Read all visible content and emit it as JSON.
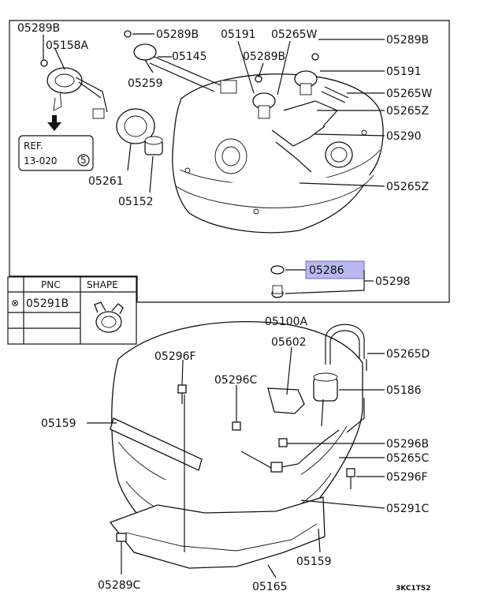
{
  "diagram": {
    "highlighted_part": "05286",
    "drawing_code": "3KC1T52",
    "reference": {
      "line1": "REF.",
      "line2": "13-020",
      "circled": "5"
    },
    "pnc_table": {
      "headers": [
        "PNC",
        "SHAPE"
      ],
      "rows": [
        {
          "symbol": "⊗",
          "pnc": "05291B"
        }
      ]
    },
    "labels": {
      "p05289B_a": "05289B",
      "p05158A": "05158A",
      "p05289B_b": "05289B",
      "p05145": "05145",
      "p05191_a": "05191",
      "p05265W_a": "05265W",
      "p05289B_c": "05289B",
      "p05289B_d": "05289B",
      "p05191_b": "05191",
      "p05265W_b": "05265W",
      "p05259": "05259",
      "p05265Z_a": "05265Z",
      "p05290": "05290",
      "p05261": "05261",
      "p05152": "05152",
      "p05265Z_b": "05265Z",
      "p05286": "05286",
      "p05298": "05298",
      "p05100A": "05100A",
      "p05602": "05602",
      "p05265D": "05265D",
      "p05296F_a": "05296F",
      "p05296C": "05296C",
      "p05186": "05186",
      "p05159_a": "05159",
      "p05296B": "05296B",
      "p05265C": "05265C",
      "p05296F_b": "05296F",
      "p05291C": "05291C",
      "p05159_b": "05159",
      "p05289C": "05289C",
      "p05165": "05165"
    }
  }
}
